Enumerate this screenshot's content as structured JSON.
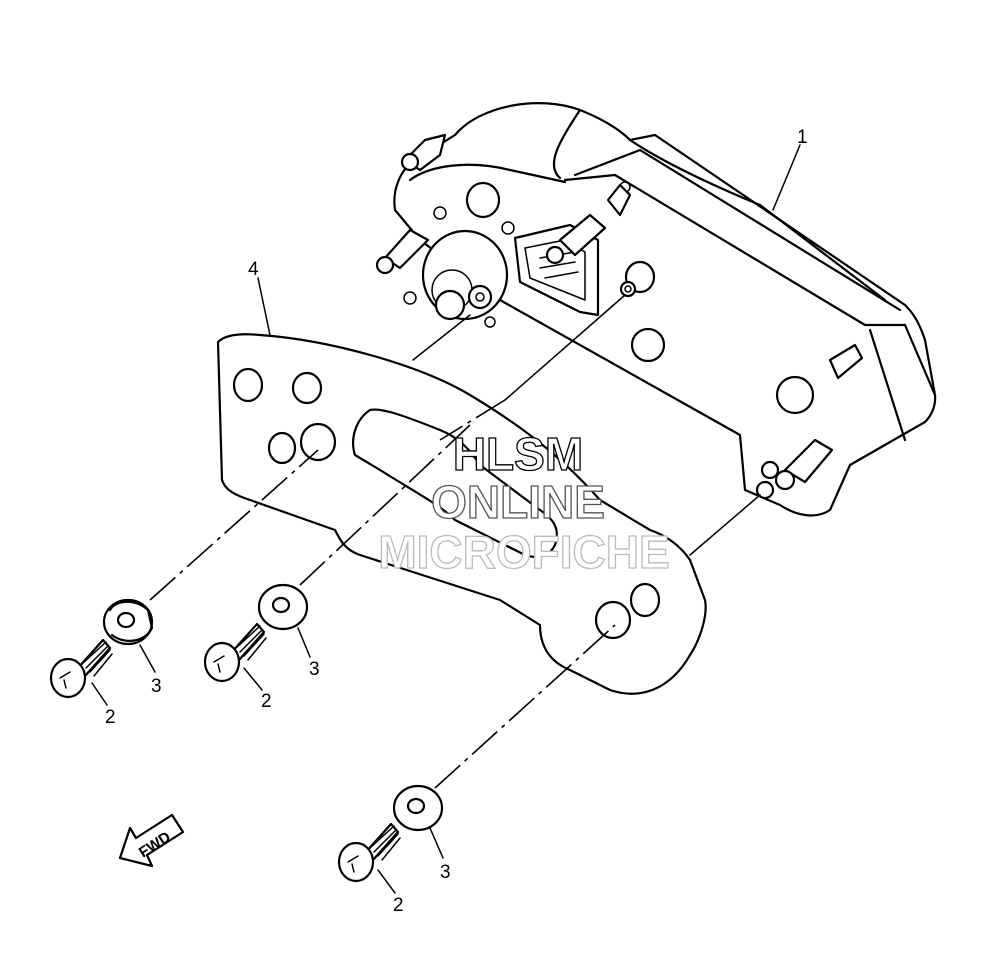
{
  "callouts": {
    "p1": "1",
    "p2a": "2",
    "p2b": "2",
    "p2c": "2",
    "p3a": "3",
    "p3b": "3",
    "p3c": "3",
    "p4": "4"
  },
  "watermark": {
    "line1": "HLSM",
    "line2": "ONLINE",
    "line3": "MICROFICHE"
  },
  "fwd_label": "FWD",
  "colors": {
    "line": "#000000",
    "background": "#ffffff",
    "watermark_1": "#000000",
    "watermark_2": "#555555",
    "watermark_3": "#bbbbbb"
  }
}
